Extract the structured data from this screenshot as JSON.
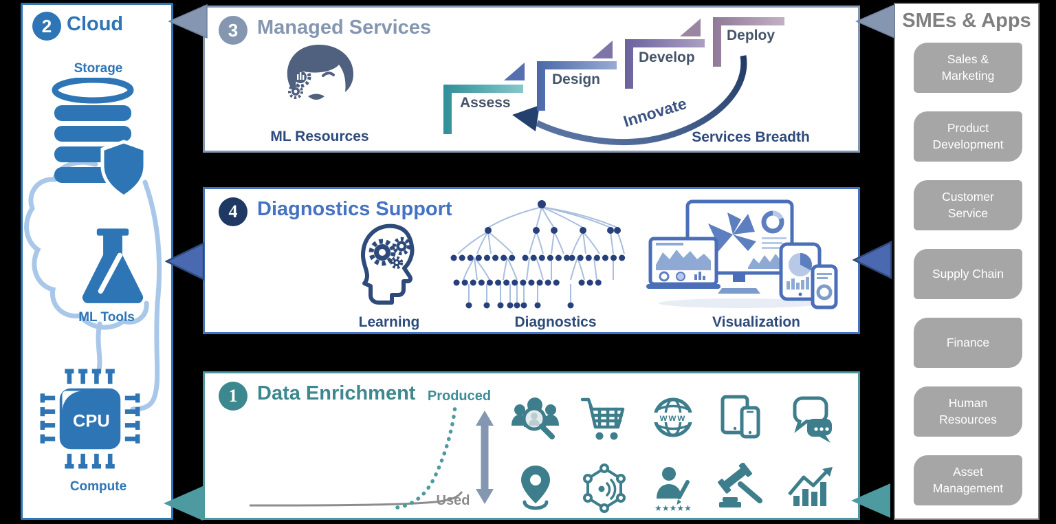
{
  "cloud": {
    "number": "2",
    "title": "Cloud",
    "storage_label": "Storage",
    "ml_tools_label": "ML Tools",
    "compute_label": "Compute",
    "cpu_text": "CPU"
  },
  "managed_services": {
    "number": "3",
    "title": "Managed Services",
    "ml_resources_label": "ML Resources",
    "steps": [
      {
        "label": "Assess"
      },
      {
        "label": "Design"
      },
      {
        "label": "Develop"
      },
      {
        "label": "Deploy"
      }
    ],
    "innovate_label": "Innovate",
    "breadth_label": "Services Breadth"
  },
  "diagnostics_support": {
    "number": "4",
    "title": "Diagnostics Support",
    "learning_label": "Learning",
    "diagnostics_label": "Diagnostics",
    "visualization_label": "Visualization"
  },
  "data_enrichment": {
    "number": "1",
    "title": "Data Enrichment",
    "produced_label": "Produced",
    "used_label": "Used",
    "review_stars": "★★★★★",
    "source_icons": [
      "people-search-icon",
      "shopping-cart-icon",
      "www-globe-icon",
      "mobile-devices-icon",
      "chat-bubbles-icon",
      "location-pin-icon",
      "iot-network-icon",
      "customer-review-icon",
      "auction-gavel-icon",
      "growth-chart-icon"
    ]
  },
  "smes": {
    "title": "SMEs & Apps",
    "items": [
      {
        "label": "Sales & Marketing"
      },
      {
        "label": "Product Development"
      },
      {
        "label": "Customer Service"
      },
      {
        "label": "Supply Chain"
      },
      {
        "label": "Finance"
      },
      {
        "label": "Human Resources"
      },
      {
        "label": "Asset Management"
      }
    ]
  },
  "colors": {
    "cloud_blue": "#2e75b6",
    "light_blue": "#a9c7e9",
    "slate": "#8496b0",
    "navy": "#2d4a7a",
    "royal_blue": "#4472c4",
    "teal": "#3d878e",
    "icon_teal": "#3e7e8c",
    "sme_gray": "#a6a6a6",
    "step_assess": "#2f8f96",
    "step_design": "#4a69a8",
    "step_develop": "#6a629e",
    "step_deploy": "#8f7997"
  }
}
